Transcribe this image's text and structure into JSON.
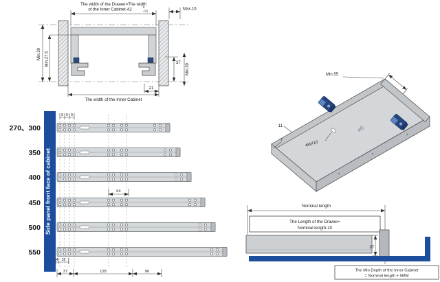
{
  "front_view": {
    "title_line1": "The width of the Drawer=The width",
    "title_line2": "of the Inner Cabinet-42",
    "tol_upper": "0",
    "tol_lower": "-0.5",
    "max16": "Max.16",
    "min30": "Min.30",
    "min275": "Min.27.5",
    "d37": "37",
    "min39": "Min.39",
    "d21": "21",
    "bottom_label": "The width of the Inner Cabinet"
  },
  "length_chart": {
    "side_label": "Side panel front face of cabinet",
    "row_labels": [
      "270、300",
      "350",
      "400",
      "450",
      "500",
      "550"
    ],
    "dim9_1": "9",
    "dim9_2": "9",
    "dim9_3": "9",
    "dim64": "64",
    "dim4": "4",
    "dim32": "32",
    "dim37": "37",
    "dim128": "128",
    "dim96": "96"
  },
  "iso_view": {
    "min55": "Min.55",
    "d11": "11",
    "d7": "7",
    "hole": "Φ6X10",
    "mark": "D#"
  },
  "side_view": {
    "nominal": "Nominal length",
    "drawer_len1": "The Length of the Drawer=",
    "drawer_len2": "Nominal length-10",
    "d37": "37",
    "depth_note1": "The Min Depth of the Inner Cabinet",
    "depth_note2": "= Nominal length + 5MM"
  },
  "colors": {
    "accent_blue": "#1c4e9d",
    "clip_blue": "#27457e",
    "panel_gray": "#d4d7da",
    "line": "#333333"
  }
}
